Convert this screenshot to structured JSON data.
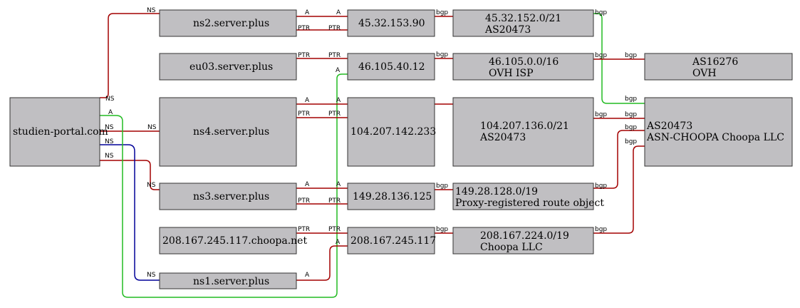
{
  "colors": {
    "node_fill": "#c0bfc2",
    "red": "#a30000",
    "green": "#22bb22",
    "blue": "#000099"
  },
  "nodes": {
    "domain": "studien-portal.com",
    "ns2": "ns2.server.plus",
    "eu03": "eu03.server.plus",
    "ns4": "ns4.server.plus",
    "ns3": "ns3.server.plus",
    "choopa_host": "208.167.245.117.choopa.net",
    "ns1": "ns1.server.plus",
    "ip_45": "45.32.153.90",
    "ip_46": "46.105.40.12",
    "ip_104": "104.207.142.233",
    "ip_149": "149.28.136.125",
    "ip_208": "208.167.245.117",
    "net_45": [
      "45.32.152.0/21",
      "AS20473"
    ],
    "net_46": [
      "46.105.0.0/16",
      "OVH ISP"
    ],
    "net_104": [
      "104.207.136.0/21",
      "AS20473"
    ],
    "net_149": [
      "149.28.128.0/19",
      "Proxy-registered route object"
    ],
    "net_208": [
      "208.167.224.0/19",
      "Choopa LLC"
    ],
    "as16276": [
      "AS16276",
      "OVH"
    ],
    "as20473": [
      "AS20473",
      "ASN-CHOOPA Choopa LLC"
    ]
  },
  "edge_labels": {
    "ns": "NS",
    "a": "A",
    "ptr": "PTR",
    "bgp": "bgp"
  }
}
